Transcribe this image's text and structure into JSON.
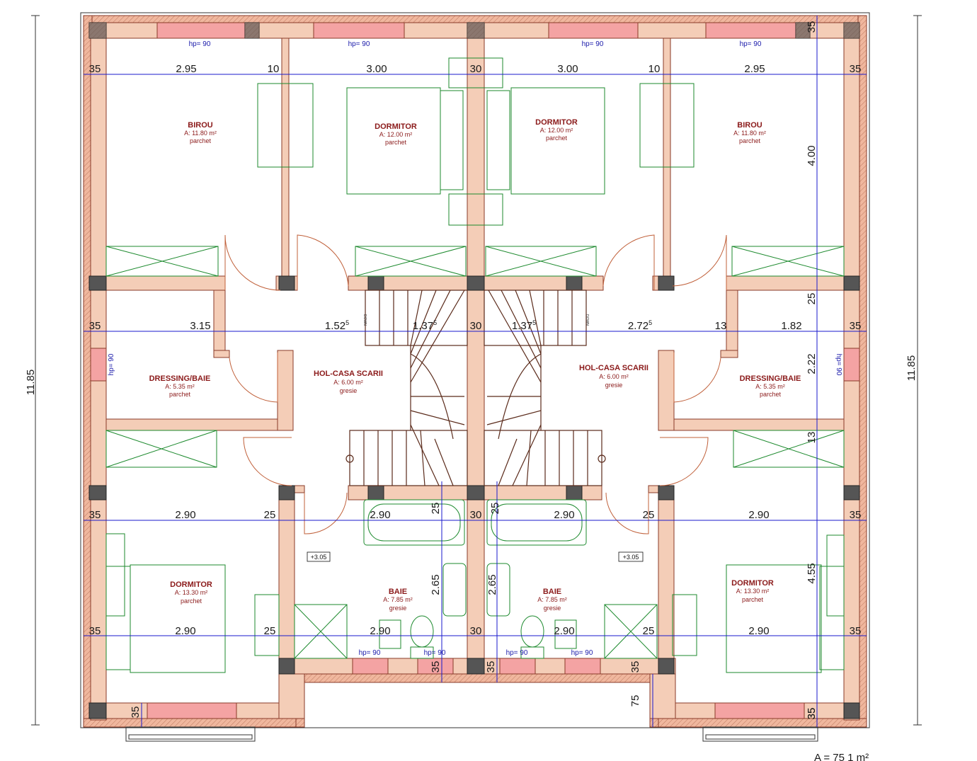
{
  "colors": {
    "wall_fill": "#f4cdb7",
    "wall_outer": "#e8a98c",
    "wall_stroke": "#8a3b2a",
    "window": "#f4a3a3",
    "column": "#4a4a4a",
    "dim_line": "#1a1acc",
    "furniture": "#1d8a2e",
    "stairs": "#5a2a1a",
    "room_text": "#8b1a1a"
  },
  "overall": {
    "height_left": "11.85",
    "height_right": "11.85",
    "area_partial": "A = 75 1 m²"
  },
  "rooms": [
    {
      "name": "BIROU",
      "area": "A: 11.80 m²",
      "floor": "parchet"
    },
    {
      "name": "DORMITOR",
      "area": "A: 12.00 m²",
      "floor": "parchet"
    },
    {
      "name": "DORMITOR",
      "area": "A: 12.00 m²",
      "floor": "parchet"
    },
    {
      "name": "BIROU",
      "area": "A: 11.80 m²",
      "floor": "parchet"
    },
    {
      "name": "DRESSING/BAIE",
      "area": "A: 5.35 m²",
      "floor": "parchet"
    },
    {
      "name": "HOL-CASA SCARII",
      "area": "A: 6.00 m²",
      "floor": "gresie"
    },
    {
      "name": "HOL-CASA SCARII",
      "area": "A: 6.00 m²",
      "floor": "gresie"
    },
    {
      "name": "DRESSING/BAIE",
      "area": "A: 5.35 m²",
      "floor": "parchet"
    },
    {
      "name": "DORMITOR",
      "area": "A: 13.30 m²",
      "floor": "parchet"
    },
    {
      "name": "BAIE",
      "area": "A: 7.85 m²",
      "floor": "gresie"
    },
    {
      "name": "BAIE",
      "area": "A: 7.85 m²",
      "floor": "gresie"
    },
    {
      "name": "DORMITOR",
      "area": "A: 13.30 m²",
      "floor": "parchet"
    }
  ],
  "levels": [
    "+3.05",
    "+3.05"
  ],
  "window_heights": [
    "hp= 90",
    "hp= 90",
    "hp= 90",
    "hp= 90",
    "hp= 90",
    "hp= 90",
    "hp= 90",
    "hp= 90",
    "hp= 90",
    "hp= 90"
  ],
  "dims": {
    "row1": [
      "35",
      "2.95",
      "10",
      "3.00",
      "30",
      "3.00",
      "10",
      "2.95",
      "35"
    ],
    "row2": [
      "35",
      "3.15",
      "1.52",
      "1.37",
      "30",
      "1.37",
      "2.72",
      "13",
      "1.82",
      "35"
    ],
    "row2_sup": "5",
    "row3": [
      "35",
      "2.90",
      "25",
      "2.90",
      "25",
      "30",
      "25",
      "2.90",
      "25",
      "2.90",
      "35"
    ],
    "row4": [
      "35",
      "2.90",
      "25",
      "2.90",
      "30",
      "2.90",
      "25",
      "2.90",
      "35"
    ],
    "vert_right": [
      "35",
      "4.00",
      "25",
      "2.22",
      "13",
      "4.55",
      "35"
    ],
    "vert_mid": [
      "2.65",
      "2.65"
    ],
    "bottom": [
      "35",
      "35",
      "35",
      "35",
      "75",
      "35"
    ]
  },
  "stair_label": "DOWN"
}
